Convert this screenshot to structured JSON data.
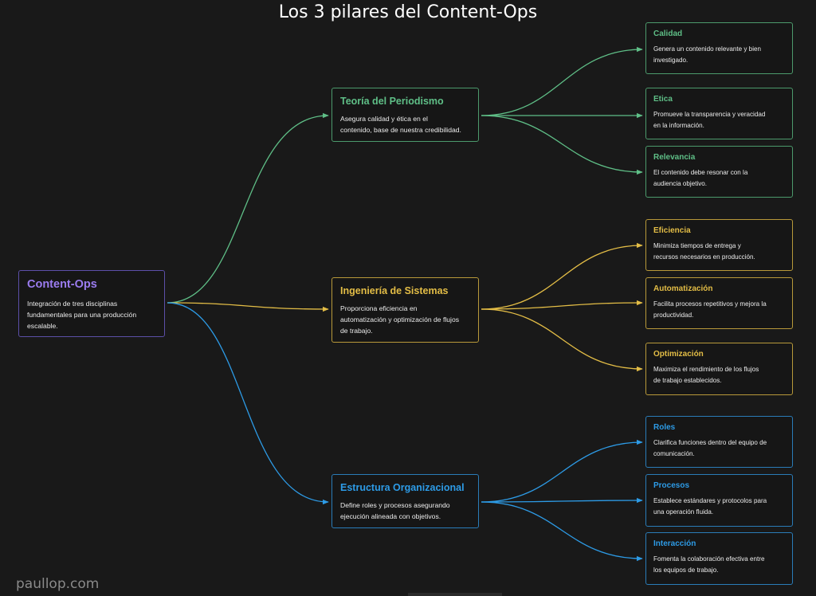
{
  "title": "Los 3 pilares del Content-Ops",
  "watermark": "paullop.com",
  "colors": {
    "root": "#7c6cd6",
    "rootText": "#9b7cf0",
    "green": "#5fbf87",
    "yellow": "#e3bd46",
    "blue": "#2d9be6",
    "background": "#191919"
  },
  "root": {
    "title": "Content-Ops",
    "desc": [
      "Integración de tres disciplinas",
      "fundamentales para una producción",
      "escalable."
    ]
  },
  "pillars": [
    {
      "title": "Teoría del Periodismo",
      "desc": [
        "Asegura calidad y ética en el",
        "contenido, base de nuestra credibilidad."
      ],
      "children": [
        {
          "title": "Calidad",
          "desc": [
            "Genera un contenido relevante y bien",
            "investigado."
          ]
        },
        {
          "title": "Etica",
          "desc": [
            "Promueve la transparencia y veracidad",
            "en la información."
          ]
        },
        {
          "title": "Relevancia",
          "desc": [
            "El contenido debe resonar con la",
            "audiencia objetivo."
          ]
        }
      ]
    },
    {
      "title": "Ingeniería de Sistemas",
      "desc": [
        "Proporciona eficiencia en",
        "automatización y optimización de flujos",
        "de trabajo."
      ],
      "children": [
        {
          "title": "Eficiencia",
          "desc": [
            "Minimiza tiempos de entrega y",
            "recursos necesarios en producción."
          ]
        },
        {
          "title": "Automatización",
          "desc": [
            "Facilita procesos repetitivos y mejora la",
            "productividad."
          ]
        },
        {
          "title": "Optimización",
          "desc": [
            "Maximiza el rendimiento de los flujos",
            "de trabajo establecidos."
          ]
        }
      ]
    },
    {
      "title": "Estructura Organizacional",
      "desc": [
        "Define roles y procesos asegurando",
        "ejecución alineada con objetivos."
      ],
      "children": [
        {
          "title": "Roles",
          "desc": [
            "Clarifica funciones dentro del equipo de",
            "comunicación."
          ]
        },
        {
          "title": "Procesos",
          "desc": [
            "Establece estándares y protocolos para",
            "una operación fluida."
          ]
        },
        {
          "title": "Interacción",
          "desc": [
            "Fomenta la colaboración efectiva entre",
            "los equipos de trabajo."
          ]
        }
      ]
    }
  ]
}
